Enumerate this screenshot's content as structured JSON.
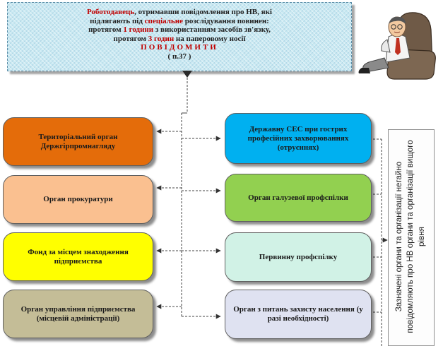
{
  "top_box": {
    "line1_employer": "Роботодавець",
    "line1_rest": ", отримавши повідомлення про НВ, які",
    "line2_a": "підлягають під",
    "line2_special": "спеціальне",
    "line2_b": "розслідування повинен:",
    "line3_a": "протягом",
    "line3_time": "1 години",
    "line3_b": "з використанням засобів зв'язку,",
    "line4_a": "протягом",
    "line4_time": "3 годин",
    "line4_b": "на паперовому носії",
    "notice": "ПОВІДОМИТИ",
    "reference": "( п.37 )"
  },
  "left_boxes": {
    "territorial": "Територіальний орган Держгірпромнагляду",
    "prosecutor": "Орган прокуратури",
    "fund": "Фонд за місцем знаходження підприємства",
    "management": "Орган управління підприємства (місцевій адміністрації)"
  },
  "right_boxes": {
    "ses": "Державну СЕС при гострих професійних захворюваннях (отруєннях)",
    "union_branch": "Орган галузевої профспілки",
    "primary_union": "Первинну профспілку",
    "social": "Орган з питань захисту населення (у разі необхідності)"
  },
  "side_note": "Зазначені органи та організації негайно повідомляють про НВ органи та організації вищого рівня",
  "colors": {
    "territorial": "#e46c0a",
    "prosecutor": "#fac090",
    "fund": "#ffff00",
    "management": "#c4bd97",
    "ses": "#00b0f0",
    "union_branch": "#92d050",
    "primary_union": "#d1f2e6",
    "social": "#dfe2f1",
    "accent_red": "#c00000"
  },
  "icons": {
    "clerk": "office-worker-in-armchair-icon"
  }
}
